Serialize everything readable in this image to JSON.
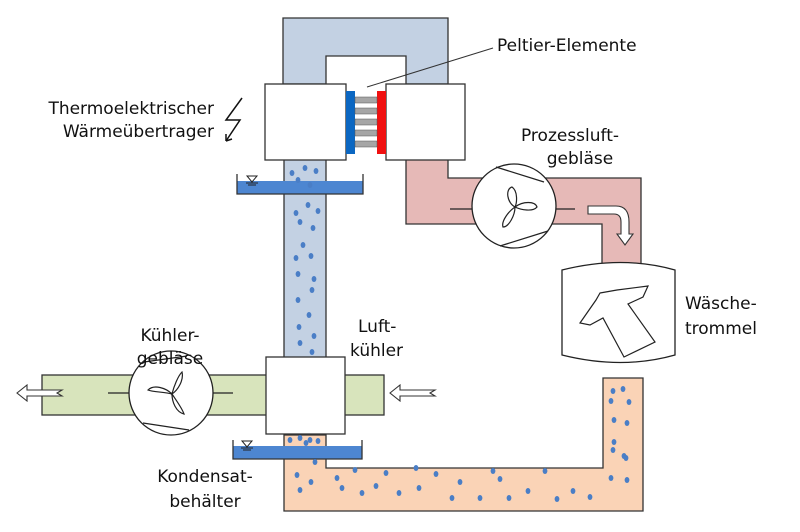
{
  "diagram": {
    "title": "Wärmepumpentrockner mit thermoelektrischem Wärmeübertrager",
    "colors": {
      "cold_air": "#c3d1e3",
      "warm_air": "#e6b9b7",
      "moist_air": "#fad3b6",
      "cooling_air": "#d8e4bc",
      "water": "#4d86d1",
      "droplet": "#4a7ec6",
      "peltier_cold": "#0b67c2",
      "peltier_hot": "#f01010",
      "peltier_leg": "#a6a6a6",
      "outline": "#333333"
    },
    "labels": {
      "peltier": "Peltier-Elemente",
      "teg_line1": "Thermoelektrischer",
      "teg_line2": "Wärmeübertrager",
      "process_fan_line1": "Prozessluft-",
      "process_fan_line2": "gebläse",
      "drum_line1": "Wäsche-",
      "drum_line2": "trommel",
      "cooler_fan_line1": "Kühler-",
      "cooler_fan_line2": "gebläse",
      "air_cooler_line1": "Luft-",
      "air_cooler_line2": "kühler",
      "condensate_line1": "Kondensat-",
      "condensate_line2": "behälter"
    },
    "components": [
      {
        "id": "thermoelectric-heat-exchanger",
        "icon": "lightning-arrow-icon"
      },
      {
        "id": "peltier-elements",
        "legs": 5
      },
      {
        "id": "process-air-fan",
        "icon": "fan-icon"
      },
      {
        "id": "laundry-drum",
        "icon": "shirt-icon"
      },
      {
        "id": "cooler-fan",
        "icon": "fan-icon"
      },
      {
        "id": "air-cooler"
      },
      {
        "id": "condensate-tank",
        "icon": "water-level-icon"
      }
    ],
    "flow_arrows": [
      {
        "id": "process-air-arrow",
        "direction": "right-then-down"
      },
      {
        "id": "cooling-air-inlet-arrow",
        "direction": "left"
      },
      {
        "id": "cooling-air-outlet-arrow",
        "direction": "left"
      }
    ]
  }
}
